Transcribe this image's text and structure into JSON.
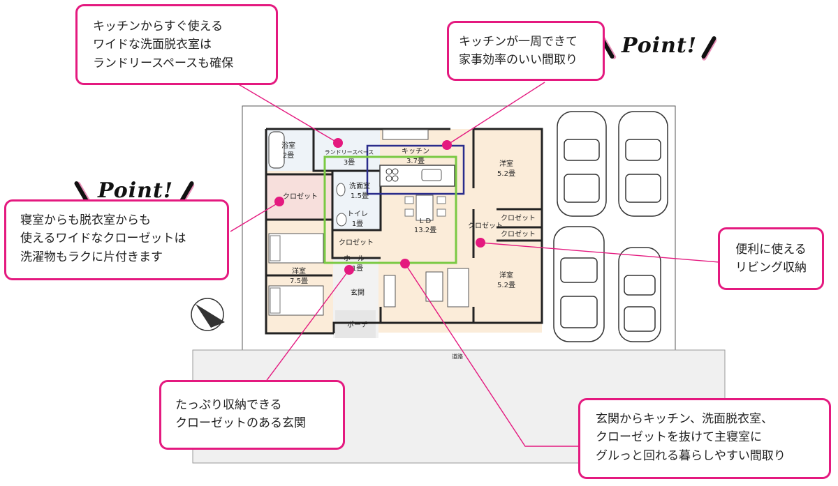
{
  "callouts": {
    "laundry": [
      "キッチンからすぐ使える",
      "ワイドな洗面脱衣室は",
      "ランドリースペースも確保"
    ],
    "kitchen": [
      "キッチンが一周できて",
      "家事効率のいい間取り"
    ],
    "closet": [
      "寝室からも脱衣室からも",
      "使えるワイドなクローゼットは",
      "洗濯物もラクに片付きます"
    ],
    "living_storage": [
      "便利に使える",
      "リビング収納"
    ],
    "entrance": [
      "たっぷり収納できる",
      "クローゼットのある玄関"
    ],
    "circulation": [
      "玄関からキッチン、洗面脱衣室、",
      "クローゼットを抜けて主寝室に",
      "グルっと回れる暮らしやすい間取り"
    ]
  },
  "point_label": "Point!",
  "rooms": {
    "bath": "浴室",
    "bath_size": "2畳",
    "laundry_space": "ランドリースペース",
    "laundry_size": "3畳",
    "kitchen": "キッチン",
    "kitchen_size": "3.7畳",
    "west_closet": "クロゼット",
    "washroom": "洗面室",
    "washroom_size": "1.5畳",
    "toilet": "トイレ",
    "toilet_size": "1畳",
    "hall_closet": "クロゼット",
    "ldk": "L D",
    "ldk_size": "13.2畳",
    "master": "洋室",
    "master_size": "7.5畳",
    "hall": "ホール",
    "hall_size": "1畳",
    "genkan": "玄関",
    "porch": "ポーチ",
    "west_room_top": "洋室",
    "west_room_top_size": "5.2畳",
    "living_closet": "クロゼット",
    "room_closet_a": "クロゼット",
    "room_closet_b": "クロゼット",
    "east_room_bottom": "洋室",
    "east_room_bottom_size": "5.2畳",
    "road": "道路"
  },
  "colors": {
    "accent": "#e4197f",
    "kitchen_box": "#2a2c8c",
    "circulation_box": "#7ac943",
    "floor": "#fbecd9"
  }
}
